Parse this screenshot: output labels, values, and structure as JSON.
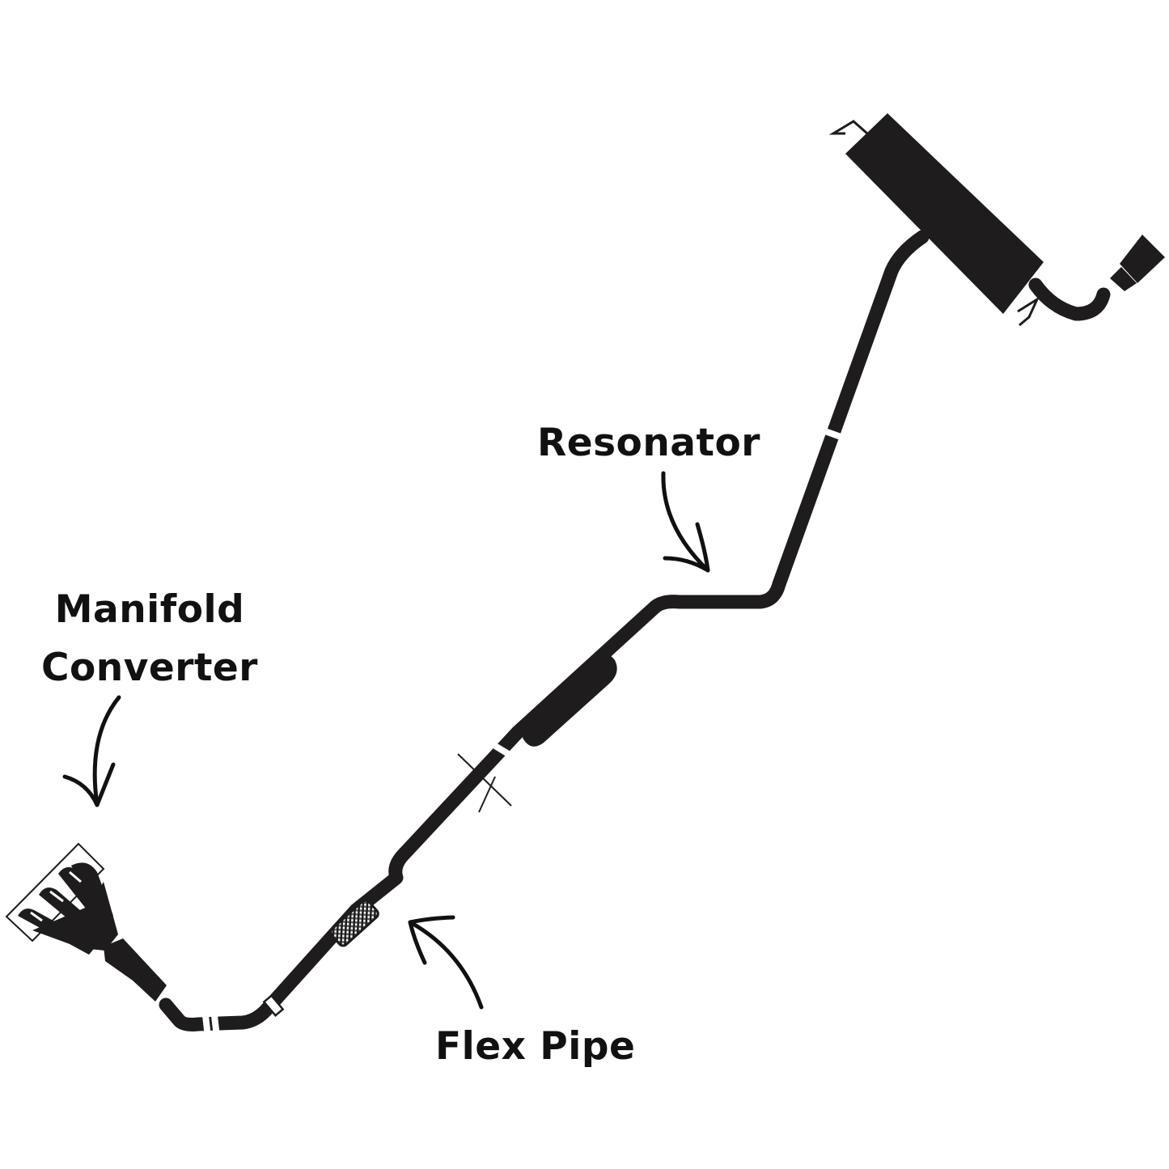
{
  "labels": {
    "resonator": "Resonator",
    "manifold_line1": "Manifold",
    "manifold_line2": "Converter",
    "flex_pipe": "Flex Pipe"
  },
  "colors": {
    "pipe": "#1e1c1c",
    "text": "#111111",
    "background": "#ffffff"
  }
}
